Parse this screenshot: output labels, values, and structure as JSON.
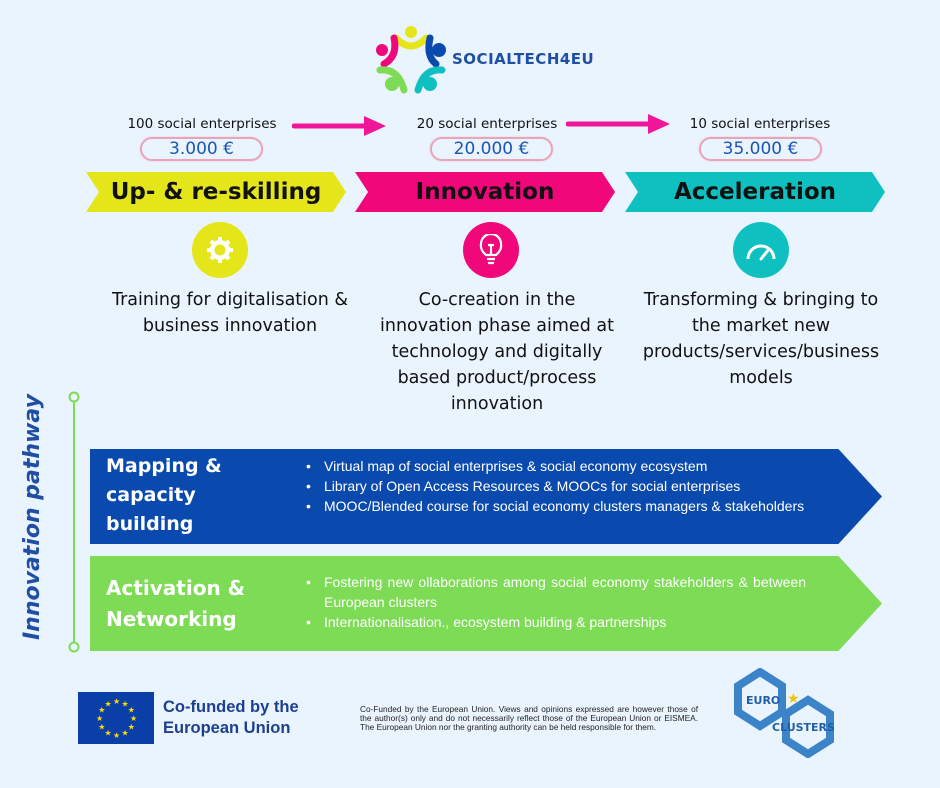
{
  "header": {
    "brand": "SOCIALTECH4EU"
  },
  "stages": [
    {
      "enterprises": "100 social enterprises",
      "amount": "3.000 €",
      "title": "Up- & re-skilling",
      "icon": "gear-icon",
      "color": "#e5e619",
      "description": "Training for digitalisation & business innovation"
    },
    {
      "enterprises": "20 social enterprises",
      "amount": "20.000 €",
      "title": "Innovation",
      "icon": "lightbulb-icon",
      "color": "#f0077a",
      "description": "Co-creation in the innovation phase aimed at technology and digitally based product/process innovation"
    },
    {
      "enterprises": "10 social enterprises",
      "amount": "35.000 €",
      "title": "Acceleration",
      "icon": "speedometer-icon",
      "color": "#0fc0c0",
      "description": "Transforming & bringing to the market new products/services/business models"
    }
  ],
  "pathway": {
    "label": "Innovation pathway"
  },
  "bands": [
    {
      "title": "Mapping & capacity building",
      "color": "#0a4aae",
      "bullets": [
        "Virtual map of social enterprises & social economy ecosystem",
        "Library of Open Access Resources & MOOCs for social enterprises",
        "MOOC/Blended course for social economy clusters managers & stakeholders"
      ]
    },
    {
      "title": "Activation & Networking",
      "color": "#7ddb56",
      "bullets": [
        "Fostering new ollaborations among social economy stakeholders & between European clusters",
        "Internationalisation., ecosystem building & partnerships"
      ]
    }
  ],
  "footer": {
    "cofunded": "Co-funded by the European Union",
    "disclaimer": "Co-Funded by the European Union. Views and opinions expressed are however those of the author(s) only and do not necessarily reflect those of the European Union or EISMEA. The European Union nor the granting authority can be held responsible for them.",
    "euroclusters_logo": [
      "EURO",
      "CLUSTERS"
    ]
  }
}
